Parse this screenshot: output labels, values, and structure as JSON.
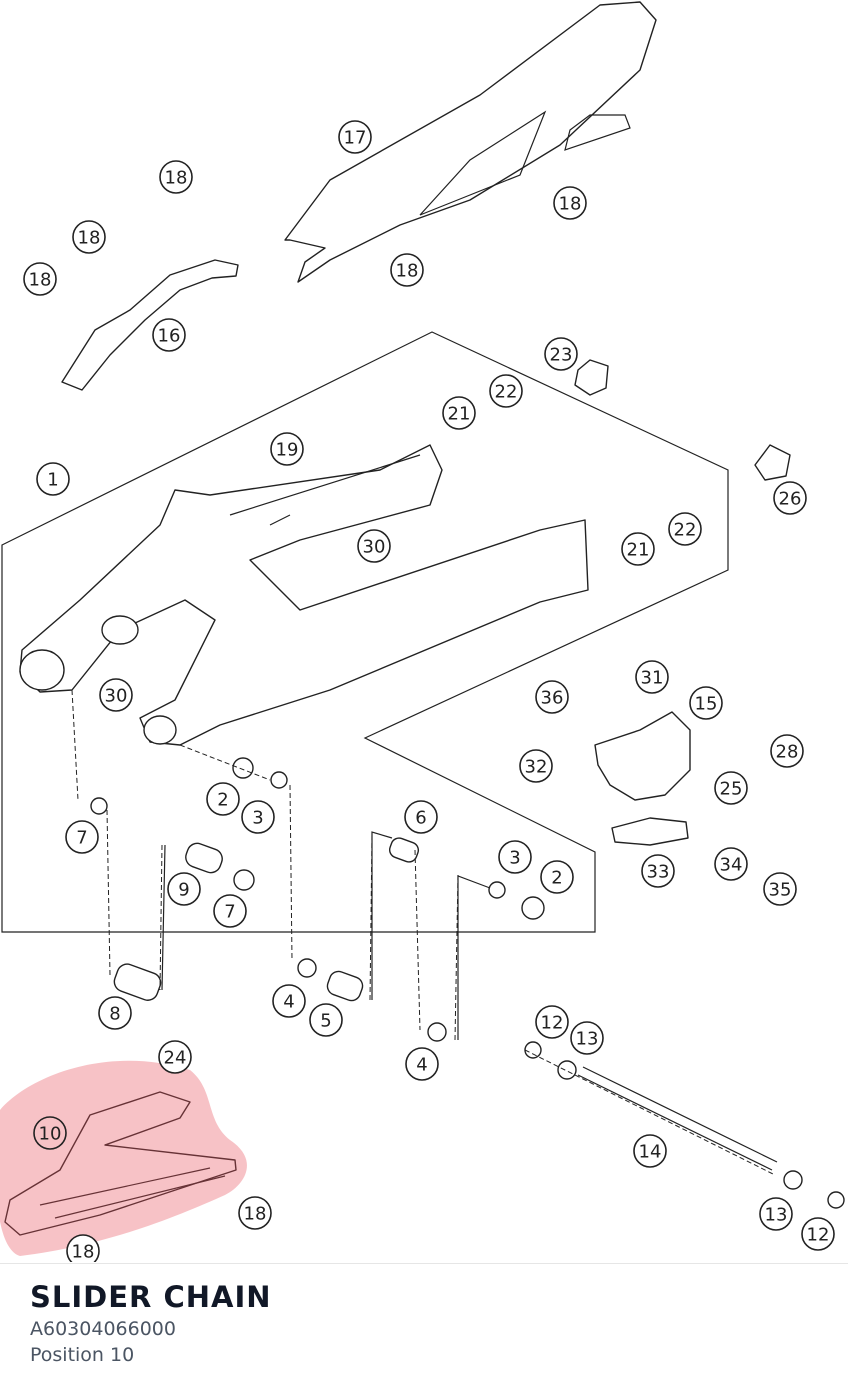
{
  "part": {
    "name": "SLIDER CHAIN",
    "number": "A60304066000",
    "position": "Position 10"
  },
  "highlight_color": "#e8505b",
  "diagram": {
    "highlighted_callout": "10",
    "callouts": [
      "17",
      "18",
      "18",
      "18",
      "18",
      "18",
      "16",
      "23",
      "21",
      "22",
      "1",
      "19",
      "26",
      "30",
      "22",
      "21",
      "30",
      "31",
      "36",
      "15",
      "28",
      "32",
      "25",
      "2",
      "3",
      "7",
      "6",
      "9",
      "3",
      "2",
      "7",
      "33",
      "34",
      "35",
      "8",
      "4",
      "5",
      "4",
      "24",
      "12",
      "13",
      "10",
      "14",
      "18",
      "18",
      "13",
      "12"
    ]
  }
}
